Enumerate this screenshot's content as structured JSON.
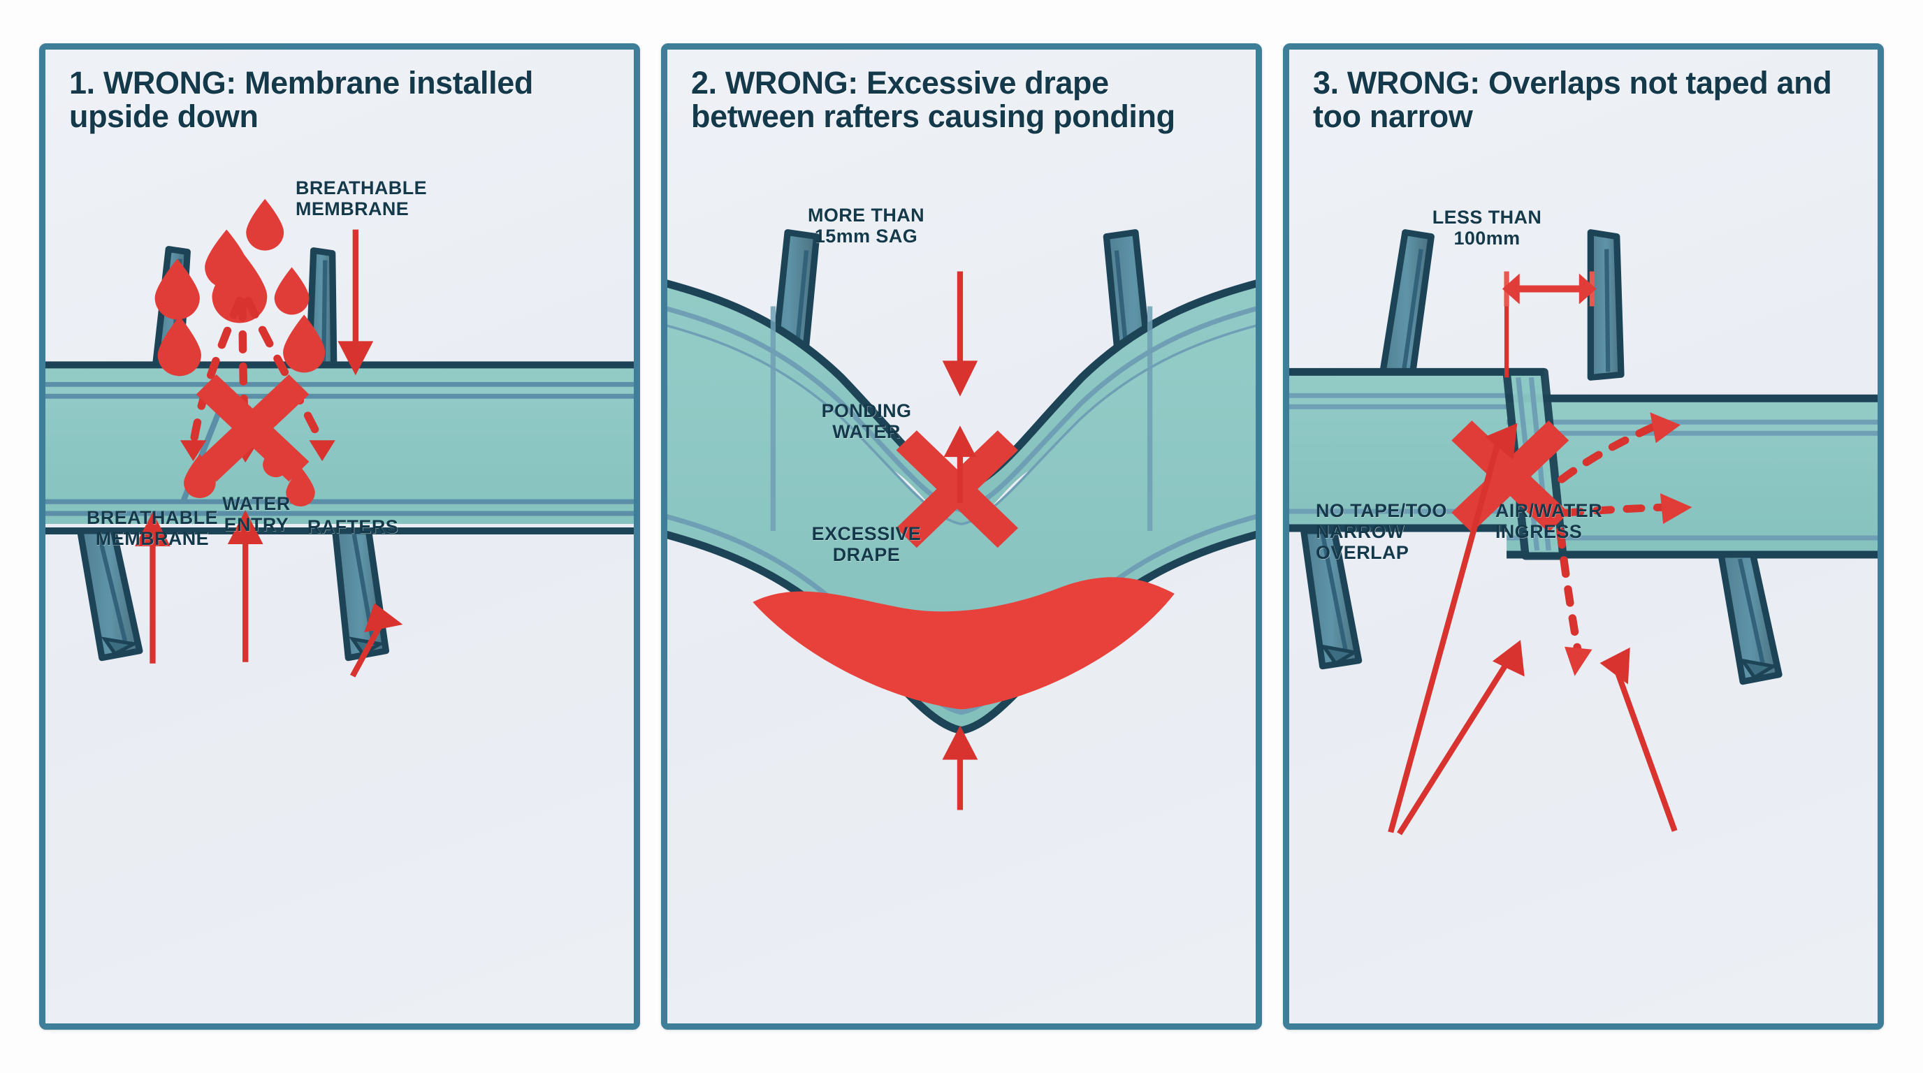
{
  "theme": {
    "background": "#fdfdfd",
    "panel_border": "#3f7e99",
    "panel_bg": "#eef1f5",
    "text_dark": "#14394a",
    "accent_red": "#e03c38",
    "membrane_fill": "#8cc8c4",
    "membrane_line": "#5b8fa8",
    "rafter_fill": "#5c8fa3",
    "rafter_dark": "#1d4456"
  },
  "panels": [
    {
      "id": "panel-1",
      "number": "1",
      "title": "1. WRONG: Membrane installed upside down",
      "labels": {
        "breathable_top": "BREATHABLE\nMEMBRANE",
        "breathable_bottom": "BREATHABLE\nMEMBRANE",
        "water_entry": "WATER\nENTRY",
        "rafters": "RAFTERS"
      },
      "icons": [
        "water-drop",
        "red-cross-mark",
        "down-arrow",
        "up-arrow",
        "dashed-flow-line"
      ]
    },
    {
      "id": "panel-2",
      "number": "2",
      "title": "2. WRONG: Excessive drape between rafters causing ponding",
      "labels": {
        "sag": "MORE THAN\n15mm SAG",
        "ponding": "PONDING\nWATER",
        "drape": "EXCESSIVE\nDRAPE"
      },
      "icons": [
        "red-cross-mark",
        "down-arrow",
        "up-arrow",
        "ponding-water-pool"
      ]
    },
    {
      "id": "panel-3",
      "number": "3",
      "title": "3. WRONG: Overlaps not taped and too narrow",
      "labels": {
        "dimension": "LESS THAN\n100mm",
        "no_tape": "NO TAPE/TOO\nNARROW\nOVERLAP",
        "ingress": "AIR/WATER\nINGRESS"
      },
      "icons": [
        "red-cross-mark",
        "double-headed-dimension-arrow",
        "pointer-arrow",
        "dashed-flow-arrow"
      ]
    }
  ]
}
